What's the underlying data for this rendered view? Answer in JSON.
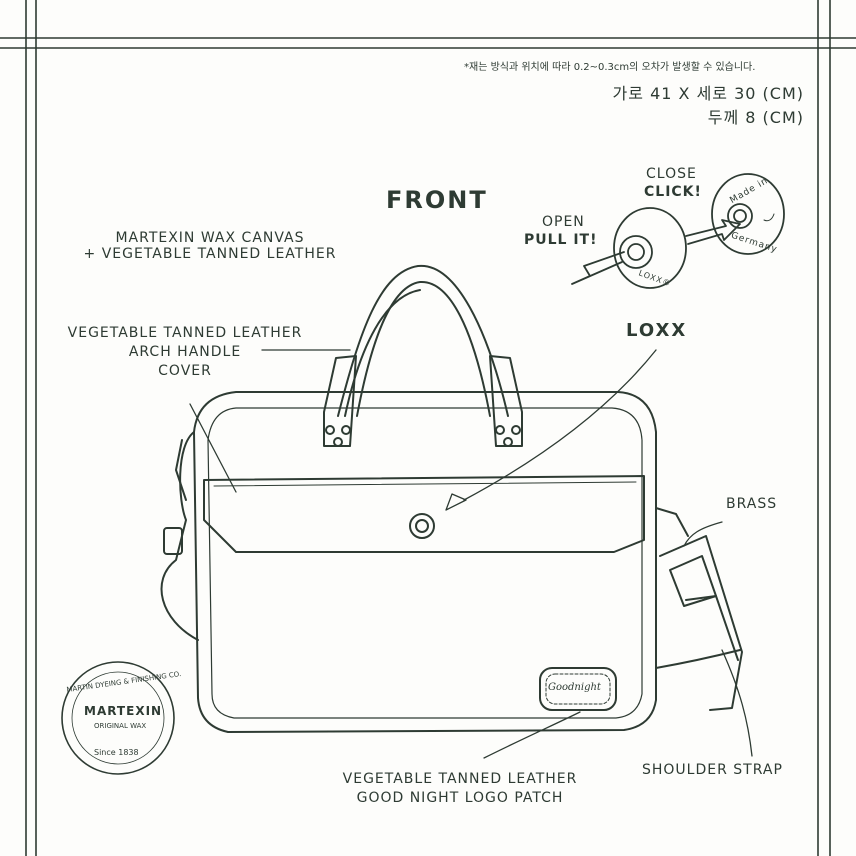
{
  "note": "*재는 방식과 위치에 따라 0.2~0.3cm의 오차가 발생할 수 있습니다.",
  "dimensions": {
    "line1": "가로 41 X 세로 30 (CM)",
    "line2": "두께 8 (CM)"
  },
  "view_title": "FRONT",
  "material": {
    "line1": "MARTEXIN WAX CANVAS",
    "line2": "+ VEGETABLE TANNED LEATHER"
  },
  "handle_cover": {
    "line1": "VEGETABLE TANNED LEATHER",
    "line2": "ARCH HANDLE",
    "line3": "COVER"
  },
  "closure": {
    "close": "CLOSE",
    "click": "CLICK!",
    "open": "OPEN",
    "pull": "PULL IT!",
    "stamp_top": "Made in",
    "stamp_bottom": "Germany",
    "stamp_brand": "LOXX®"
  },
  "loxx_label": "LOXX",
  "brass_label": "BRASS",
  "shoulder_strap_label": "SHOULDER STRAP",
  "logo_patch": {
    "line1": "VEGETABLE TANNED LEATHER",
    "line2": "GOOD NIGHT LOGO PATCH",
    "patch_text": "Goodnight"
  },
  "martexin_seal": {
    "arc_top": "MARTIN DYEING & FINISHING CO.",
    "brand": "MARTEXIN",
    "sub": "ORIGINAL WAX",
    "arc_bottom": "Since 1838"
  }
}
